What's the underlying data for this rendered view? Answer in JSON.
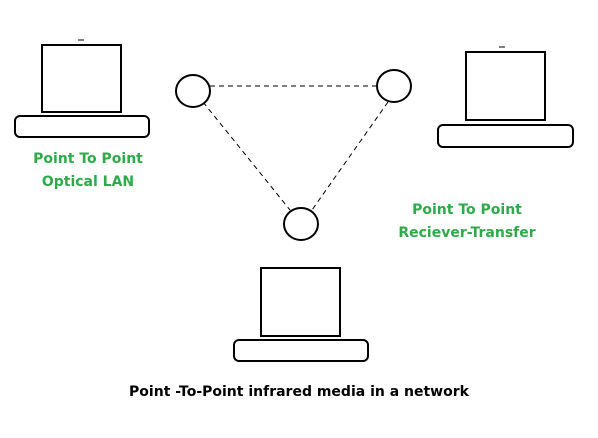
{
  "colors": {
    "label_green": "#2eaa4a",
    "stroke": "#000000",
    "background": "#ffffff"
  },
  "nodes": {
    "left_label_line1": "Point To Point",
    "left_label_line2": "Optical LAN",
    "right_label_line1": "Point To Point",
    "right_label_line2": "Reciever-Transfer"
  },
  "caption": "Point -To-Point infrared media in a network",
  "links": {
    "style": "dashed",
    "pairs": [
      [
        "ir-top-left",
        "ir-top-right"
      ],
      [
        "ir-top-left",
        "ir-bottom"
      ],
      [
        "ir-top-right",
        "ir-bottom"
      ]
    ]
  }
}
